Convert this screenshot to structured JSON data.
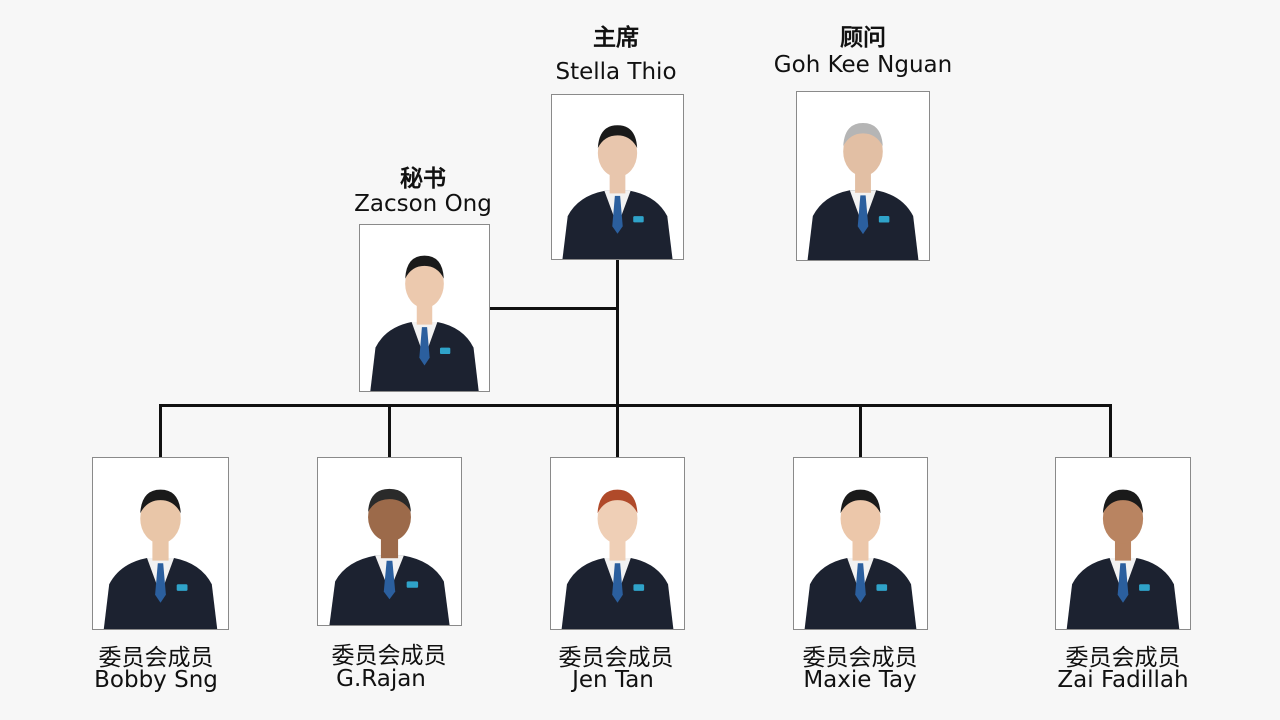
{
  "chairman": {
    "role": "主席",
    "name": "Stella Thio"
  },
  "advisor": {
    "role": "顾问",
    "name": "Goh Kee Nguan"
  },
  "secretary": {
    "role": "秘书",
    "name": "Zacson Ong"
  },
  "members": [
    {
      "role": "委员会成员",
      "name": "Bobby Sng"
    },
    {
      "role": "委员会成员",
      "name": "G.Rajan"
    },
    {
      "role": "委员会成员",
      "name": "Jen Tan"
    },
    {
      "role": "委员会成员",
      "name": "Maxie Tay"
    },
    {
      "role": "委员会成员",
      "name": "Zai Fadillah"
    }
  ],
  "colors": {
    "background": "#f7f7f7",
    "connector": "#111111",
    "suit": "#1c2230",
    "tie": "#2b5f9e",
    "badge": "#2fa3c9"
  }
}
